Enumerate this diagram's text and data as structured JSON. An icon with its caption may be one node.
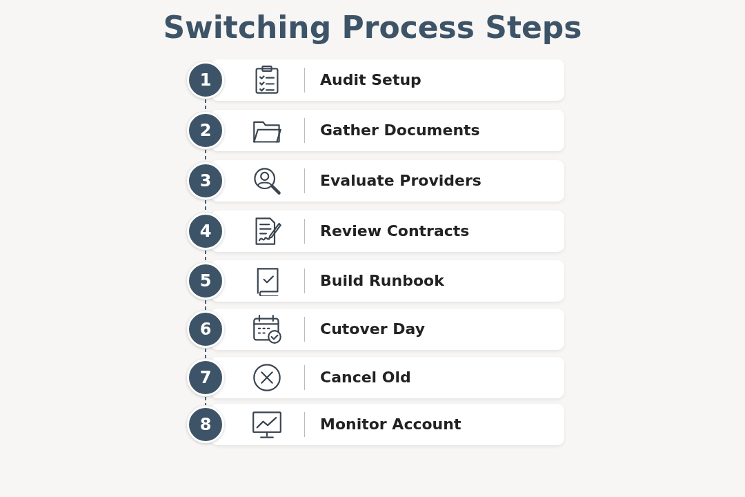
{
  "diagram": {
    "title": "Switching Process Steps",
    "nodes": [
      {
        "text": [
          "1"
        ]
      },
      {
        "text": [
          "Audit Setup"
        ]
      },
      {
        "text": [
          "2"
        ]
      },
      {
        "text": [
          "Gather Documents"
        ]
      },
      {
        "text": [
          "3"
        ]
      },
      {
        "text": [
          "Evaluate Providers"
        ]
      },
      {
        "text": [
          "4"
        ]
      },
      {
        "text": [
          "Review Contracts"
        ]
      },
      {
        "text": [
          "5"
        ]
      },
      {
        "text": [
          "Build Runbook"
        ]
      },
      {
        "text": [
          "6"
        ]
      },
      {
        "text": [
          "Cutover Day"
        ]
      },
      {
        "text": [
          "7"
        ]
      },
      {
        "text": [
          "Cancel Old"
        ]
      },
      {
        "text": [
          "8"
        ]
      },
      {
        "text": [
          "Monitor Account"
        ]
      }
    ],
    "edges": [
      {
        "from": 0,
        "to": 2,
        "arrow": "none",
        "style": "dashed"
      },
      {
        "from": 2,
        "to": 4,
        "arrow": "none",
        "style": "dashed"
      },
      {
        "from": 4,
        "to": 6,
        "arrow": "none",
        "style": "dashed"
      },
      {
        "from": 6,
        "to": 8,
        "arrow": "none",
        "style": "dashed"
      },
      {
        "from": 8,
        "to": 10,
        "arrow": "none",
        "style": "dashed"
      },
      {
        "from": 10,
        "to": 12,
        "arrow": "none",
        "style": "dashed"
      },
      {
        "from": 12,
        "to": 14,
        "arrow": "none",
        "style": "dashed"
      }
    ]
  }
}
